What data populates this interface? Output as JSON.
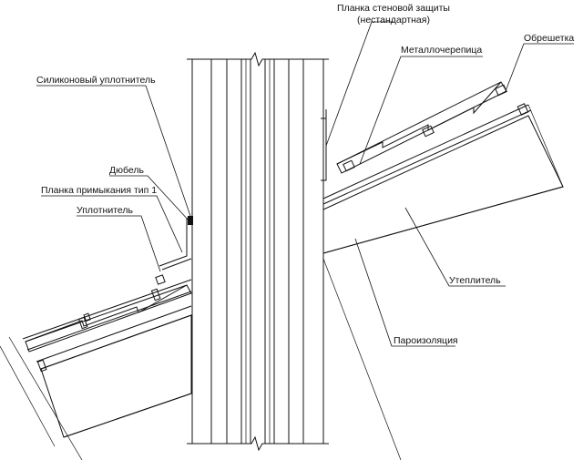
{
  "labels": {
    "wall_protection_l1": "Планка стеновой защиты",
    "wall_protection_l2": "(нестандартная)",
    "metal_tile": "Металлочерепица",
    "batten": "Обрешетка",
    "silicone_sealant": "Силиконовый уплотнитель",
    "dowel": "Дюбель",
    "abutment_strip": "Планка примыкания тип 1",
    "sealant": "Уплотнитель",
    "insulation": "Утеплитель",
    "vapor_barrier": "Пароизоляция"
  }
}
